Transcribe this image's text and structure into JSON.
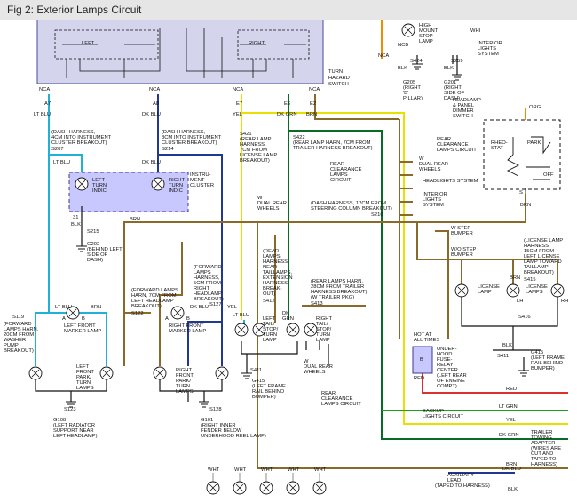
{
  "window": {
    "title": "Fig 2: Exterior Lamps Circuit"
  },
  "colors": {
    "lt_blu": "#20b0d8",
    "dk_blu": "#203890",
    "yel": "#e8e000",
    "brn": "#8a6a2a",
    "blk": "#111111",
    "dk_grn": "#0a6a2a",
    "lt_grn": "#1aa018",
    "red": "#d81414",
    "org": "#f08c00",
    "wht": "#a0a0a0",
    "switch_fill": "#d4d4ec",
    "box_fill": "#c8c8ff"
  },
  "hazard_switch": {
    "left": "LEFT",
    "right": "RIGHT",
    "name_1": "TURN",
    "name_2": "HAZARD",
    "name_3": "SWITCH",
    "pins": [
      "NCA",
      "NCA",
      "NCA",
      "NCA"
    ],
    "terminals": [
      "A7",
      "A8",
      "E7",
      "E6",
      "E2"
    ],
    "wires": [
      "LT BLU",
      "DK BLU",
      "YEL",
      "DK GRN",
      "BRN"
    ]
  },
  "top_center": {
    "ncb": "NCB",
    "s424": "S424",
    "s259": "S259",
    "blk1": "BLK",
    "blk2": "BLK",
    "stop_1": "HIGH",
    "stop_2": "MOUNT",
    "stop_3": "STOP",
    "stop_4": "LAMP",
    "nca": "NCA",
    "whi": "WHI",
    "g205_1": "G205",
    "g205_2": "(RIGHT",
    "g205_3": "'B'",
    "g205_4": "PILLAR)",
    "g201_1": "G201",
    "g201_2": "(RIGHT",
    "g201_3": "SIDE OF",
    "g201_4": "DASH)",
    "interior_1": "INTERIOR",
    "interior_2": "LIGHTS",
    "interior_3": "SYSTEM"
  },
  "headlamp_switch": {
    "l1": "HEADLAMP",
    "l2": "& PANEL",
    "l3": "DIMMER",
    "l4": "SWITCH",
    "rheo_1": "RHEO-",
    "rheo_2": "STAT",
    "park": "PARK",
    "off": "OFF",
    "org": "ORG",
    "pin": "S",
    "brn": "BRN"
  },
  "dash_harness_1": {
    "l1": "(DASH HARNESS,",
    "l2": "4CM INTO INSTRUMENT",
    "l3": "CLUSTER BREAKOUT)",
    "splice": "S207"
  },
  "dash_harness_2": {
    "l1": "(DASH HARNESS,",
    "l2": "8CM INTO INSTRUMENT",
    "l3": "CLUSTER BREAKOUT)",
    "splice": "S214"
  },
  "rear_harness_1": {
    "splice": "S421",
    "l1": "(REAR LAMP",
    "l2": "HARNESS,",
    "l3": "7CM FROM",
    "l4": "LICENSE LAMP",
    "l5": "BREAKOUT)"
  },
  "rear_harness_2": {
    "splice": "S422",
    "l1": "(REAR LAMP HARN, 7CM FROM",
    "l2": "TRAILER HARNESS BREAKOUT)"
  },
  "rear_clearance_top": {
    "l1": "REAR",
    "l2": "CLEARANCE",
    "l3": "LAMPS CIRCUIT"
  },
  "dual_rear_top": {
    "l1": "W",
    "l2": "DUAL REAR",
    "l3": "WHEELS"
  },
  "rear_clearance_mid": {
    "l1": "REAR",
    "l2": "CLEARANCE",
    "l3": "LAMPS",
    "l4": "CIRCUIT"
  },
  "headlights_system": "HEADLIGHTS SYSTEM",
  "interior_lights": {
    "l1": "INTERIOR",
    "l2": "LIGHTS",
    "l3": "SYSTEM"
  },
  "cluster": {
    "lt_blu": "LT BLU",
    "dk_blu": "DK BLU",
    "left_1": "LEFT",
    "left_2": "TURN",
    "left_3": "INDIC",
    "right_1": "RIGHT",
    "right_2": "TURN",
    "right_3": "INDIC",
    "name_1": "INSTRU-",
    "name_2": "MENT",
    "name_3": "CLUSTER",
    "pin": "31",
    "blk": "BLK",
    "brn": "BRN"
  },
  "splice_s215": "S215",
  "g202": {
    "l1": "G202",
    "l2": "(BEHIND LEFT",
    "l3": "SIDE OF",
    "l4": "DASH)"
  },
  "dual_rear_mid": {
    "l1": "W",
    "l2": "DUAL REAR",
    "l3": "WHEELS"
  },
  "dash_harness_12": {
    "l1": "(DASH HARNESS, 12CM FROM",
    "l2": "STEERING COLUMN BREAKOUT)",
    "splice": "S210"
  },
  "w_step": {
    "l1": "W STEP",
    "l2": "BUMPER"
  },
  "wo_step": {
    "l1": "W/O STEP",
    "l2": "BUMPER"
  },
  "license_harness": {
    "l1": "(LICENSE LAMP",
    "l2": "HARNESS,",
    "l3": "15CM FROM",
    "l4": "LEFT LICENSE",
    "l5": "LAMP TOWARD",
    "l6": "TAILLAMP",
    "l7": "BREAKOUT)",
    "splice": "S415"
  },
  "license_lamp_left": {
    "l1": "LICENSE",
    "l2": "LAMP",
    "pin": "LH"
  },
  "license_lamp_right": {
    "l1": "LICENSE",
    "l2": "LAMPS",
    "pin": "RH"
  },
  "splice_s416": "S416",
  "blk_label": "BLK",
  "brn_label": "BRN",
  "g415": {
    "l1": "G415",
    "l2": "(LEFT FRAME",
    "l3": "RAIL BEHIND",
    "l4": "BUMPER)"
  },
  "s411_right": "S411",
  "rear_tail_harness": {
    "l1": "(REAR",
    "l2": "LAMPS",
    "l3": "HARNESS,",
    "l4": "NEAR",
    "l5": "TAILLAMPS,",
    "l6": "EXTENSION",
    "l7": "HARNESS",
    "l8": "BREAK-",
    "l9": "OUT)",
    "splice": "S412"
  },
  "rear_lamp_28": {
    "l1": "(REAR LAMPS HARN,",
    "l2": "28CM FROM TRAILER",
    "l3": "HARNESS BREAKOUT)",
    "l4": "(W TRAILER PKG)",
    "splice": "S413"
  },
  "left_tail": {
    "l1": "LEFT",
    "l2": "TAIL/",
    "l3": "STOP/",
    "l4": "TURN",
    "l5": "LAMP",
    "wire": "LT BLU"
  },
  "right_tail": {
    "l1": "RIGHT",
    "l2": "TAIL/",
    "l3": "STOP/",
    "l4": "TURN",
    "l5": "LAMP",
    "wire_1": "DK",
    "wire_2": "GRN"
  },
  "s411_mid": "S411",
  "g415_mid": {
    "l1": "G415",
    "l2": "(LEFT FRAME",
    "l3": "RAIL BEHIND",
    "l4": "BUMPER)"
  },
  "dual_rear_bottom": {
    "l1": "W",
    "l2": "DUAL REAR",
    "l3": "WHEELS"
  },
  "rear_clearance_bottom": {
    "l1": "REAR",
    "l2": "CLEARANCE",
    "l3": "LAMPS CIRCUIT"
  },
  "fuse_relay": {
    "hot_1": "HOT AT",
    "hot_2": "ALL TIMES",
    "pin": "B",
    "red": "RED",
    "l1": "UNDER-",
    "l2": "HOOD",
    "l3": "FUSE-",
    "l4": "RELAY",
    "l5": "CENTER",
    "l6": "(LEFT REAR",
    "l7": "OF ENGINE",
    "l8": "COMPT)"
  },
  "backup": {
    "wire": "LT GRN",
    "l1": "BACKUP",
    "l2": "LIGHTS CIRCUIT"
  },
  "trailer_adapter": {
    "l1": "TRAILER",
    "l2": "TOWING",
    "l3": "ADAPTER",
    "l4": "(WIRES ARE",
    "l5": "CUT AND",
    "l6": "TAPED TO",
    "l7": "HARNESS)"
  },
  "auxiliary": {
    "l1": "AUXILIARY",
    "l2": "LEAD",
    "l3": "(TAPED TO HARNESS)",
    "dk_blu": "DK BLU",
    "blk": "BLK"
  },
  "wire_labels": {
    "yel": "YEL",
    "dk_grn": "DK GRN",
    "red": "RED",
    "blk": "BLK"
  },
  "forward_lamps_left": {
    "l1": "(FORWARD",
    "l2": "LAMPS HARN,",
    "l3": "20CM FROM",
    "l4": "WASHER",
    "l5": "PUMP",
    "l6": "BREAKOUT)",
    "splice": "S119"
  },
  "forward_lamps_mid": {
    "l1": "(FORWARD LAMPS",
    "l2": "HARN, 7CM FROM",
    "l3": "LEFT HEADLAMP",
    "l4": "BREAKOUT)",
    "splice": "S122"
  },
  "forward_lamps_right": {
    "l1": "(FORWARD",
    "l2": "LAMPS",
    "l3": "HARNESS,",
    "l4": "5CM FROM",
    "l5": "RIGHT",
    "l6": "HEADLAMP",
    "l7": "BREAKOUT)",
    "splice": "S127"
  },
  "front_wires": {
    "lt_blu_1": "LT BLU",
    "a": "A",
    "b": "B",
    "brn_1": "BRN",
    "a2": "A",
    "b2": "B",
    "dk_blu": "DK BLU",
    "yel": "YEL"
  },
  "left_front_marker": {
    "l1": "LEFT FRONT",
    "l2": "MARKER LAMP"
  },
  "right_front_marker": {
    "l1": "RIGHT FRONT",
    "l2": "MARKER LAMP"
  },
  "left_front_lamps": {
    "l1": "LEFT",
    "l2": "FRONT",
    "l3": "PARK/",
    "l4": "TURN",
    "l5": "LAMPS"
  },
  "right_front_lamps": {
    "l1": "RIGHT",
    "l2": "FRONT",
    "l3": "PARK/",
    "l4": "TURN",
    "l5": "LAMPS"
  },
  "front_bottom": {
    "s123": "S123",
    "s128": "S128",
    "g108_1": "G108",
    "g108_2": "(LEFT RADIATOR",
    "g108_3": "SUPPORT NEAR",
    "g108_4": "LEFT HEADLAMP)",
    "g101_1": "G101",
    "g101_2": "(RIGHT INNER",
    "g101_3": "FENDER BELOW",
    "g101_4": "UNDERHOOD REEL LAMP)"
  },
  "bottom_lamps": {
    "wht": "WHT"
  }
}
